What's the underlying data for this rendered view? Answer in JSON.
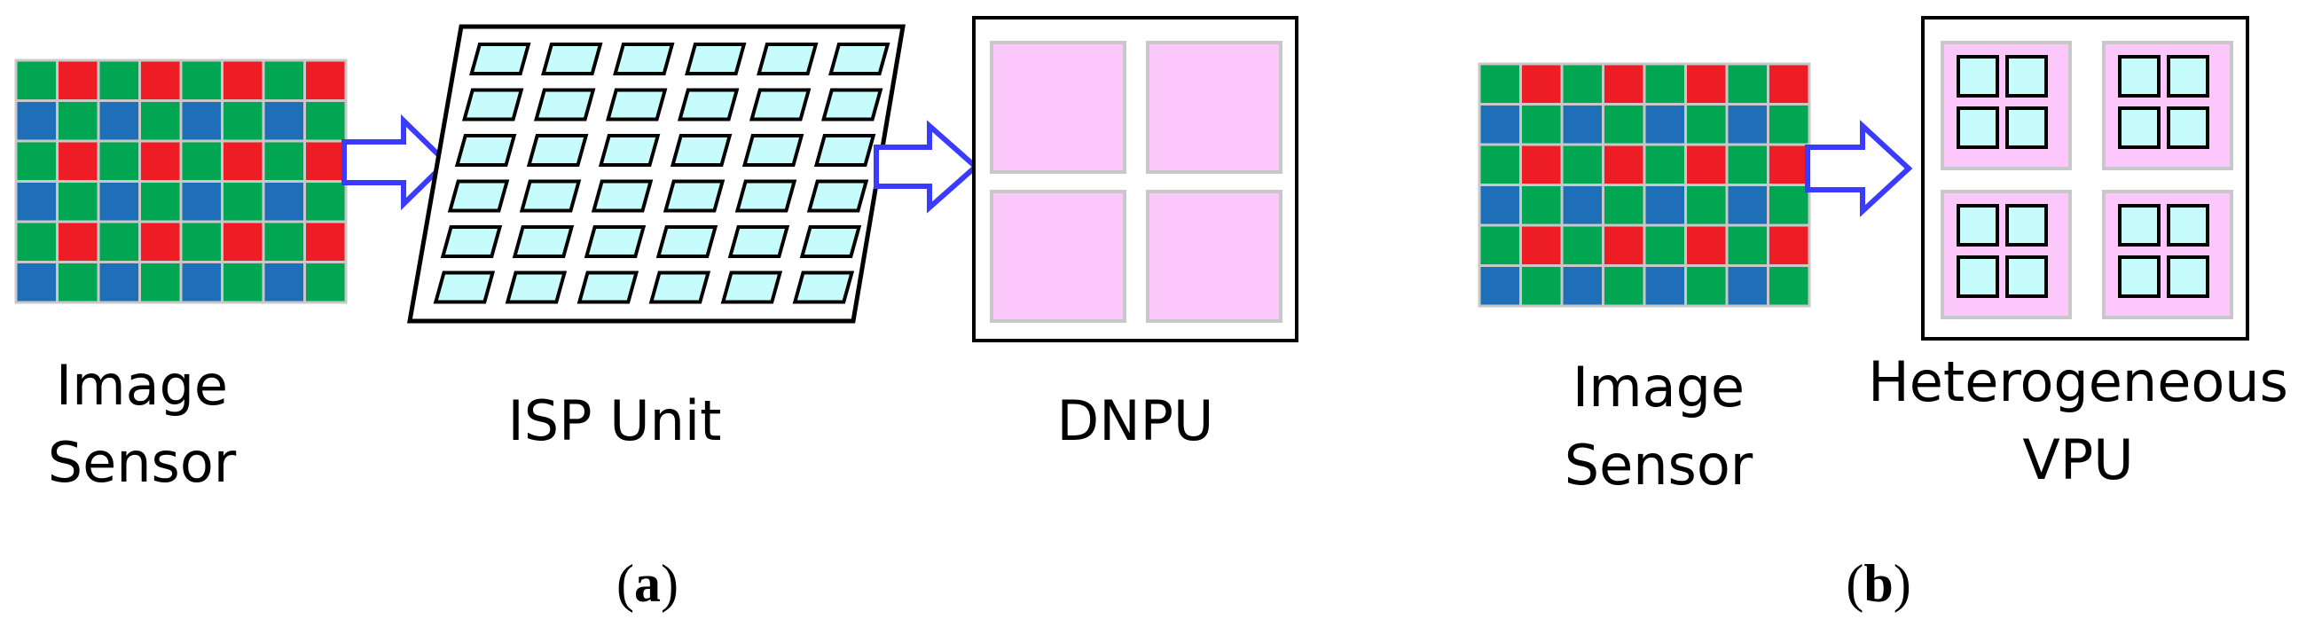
{
  "panel_a": {
    "sensor_label_line1": "Image",
    "sensor_label_line2": "Sensor",
    "isp_label": "ISP Unit",
    "dnpu_label": "DNPU",
    "caption_open": "(",
    "caption_letter": "a",
    "caption_close": ")"
  },
  "panel_b": {
    "sensor_label_line1": "Image",
    "sensor_label_line2": "Sensor",
    "vpu_label_line1": "Heterogeneous",
    "vpu_label_line2": "VPU",
    "caption_open": "(",
    "caption_letter": "b",
    "caption_close": ")"
  },
  "colors": {
    "red": "#ee1c25",
    "green": "#00a651",
    "blue": "#1f6fb8",
    "cyan": "#c6fcfc",
    "pink": "#fcc8fc",
    "arrow": "#3b3bff",
    "grid_border": "#c8c8c8"
  },
  "bayer_pattern": {
    "rows": [
      [
        "G",
        "R",
        "G",
        "R",
        "G",
        "R",
        "G",
        "R"
      ],
      [
        "B",
        "G",
        "B",
        "G",
        "B",
        "G",
        "B",
        "G"
      ],
      [
        "G",
        "R",
        "G",
        "R",
        "G",
        "R",
        "G",
        "R"
      ],
      [
        "B",
        "G",
        "B",
        "G",
        "B",
        "G",
        "B",
        "G"
      ],
      [
        "G",
        "R",
        "G",
        "R",
        "G",
        "R",
        "G",
        "R"
      ],
      [
        "B",
        "G",
        "B",
        "G",
        "B",
        "G",
        "B",
        "G"
      ]
    ]
  }
}
